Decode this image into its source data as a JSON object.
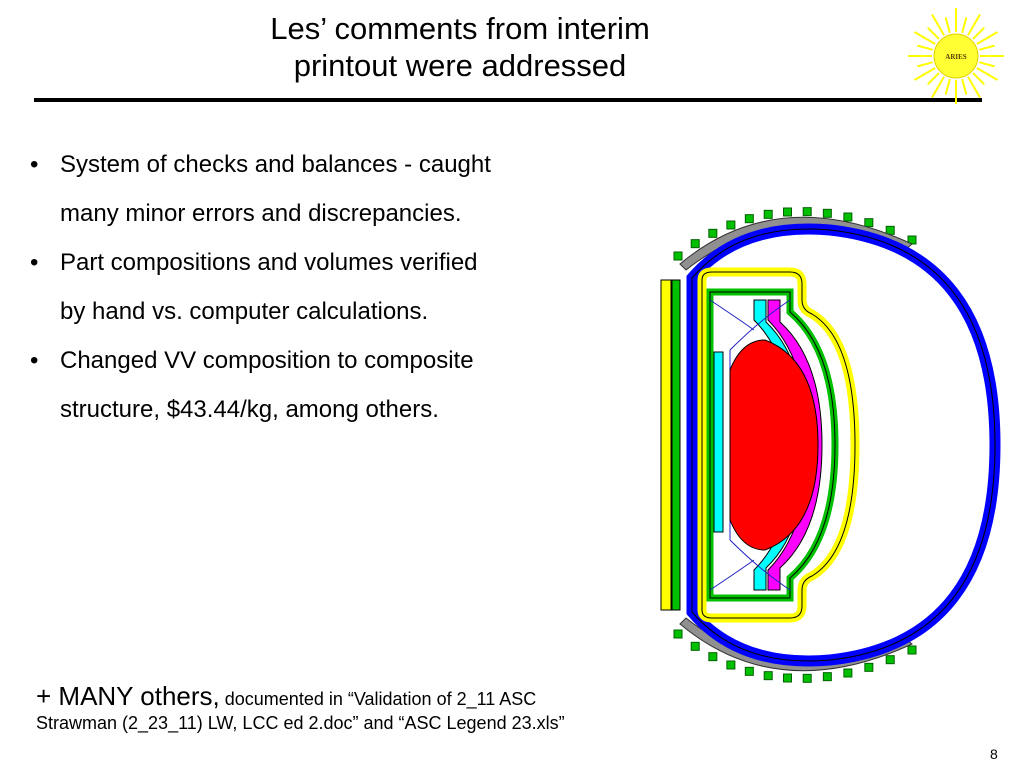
{
  "slide": {
    "title_line1": "Les’ comments from interim",
    "title_line2": "printout were addressed",
    "logo_text": "ARIES",
    "bullets": [
      {
        "line1": "System of checks and balances - caught",
        "line2": "many minor errors and discrepancies."
      },
      {
        "line1": "Part compositions and volumes verified",
        "line2": "by hand vs. computer calculations."
      },
      {
        "line1": "Changed VV composition to composite",
        "line2": "structure, $43.44/kg, among others."
      }
    ],
    "bullet_glyph": "•",
    "footer_big": "+ MANY others,",
    "footer_line1_rest": " documented in “Validation of 2_11 ASC",
    "footer_line2": "Strawman (2_23_11) LW, LCC ed 2.doc” and “ASC Legend 23.xls”",
    "page_number": "8"
  },
  "colors": {
    "plasma": "#ff0000",
    "first_wall": "#00ffff",
    "blanket": "#ff00ff",
    "shield": "#00c000",
    "magnet": "#ffff00",
    "vacuum_vessel": "#0000ff",
    "outer_shell": "#909090",
    "coil": "#00c000",
    "sun": "#ffff00"
  },
  "icons": [
    "aries-sun-logo",
    "tokamak-cross-section-diagram"
  ]
}
